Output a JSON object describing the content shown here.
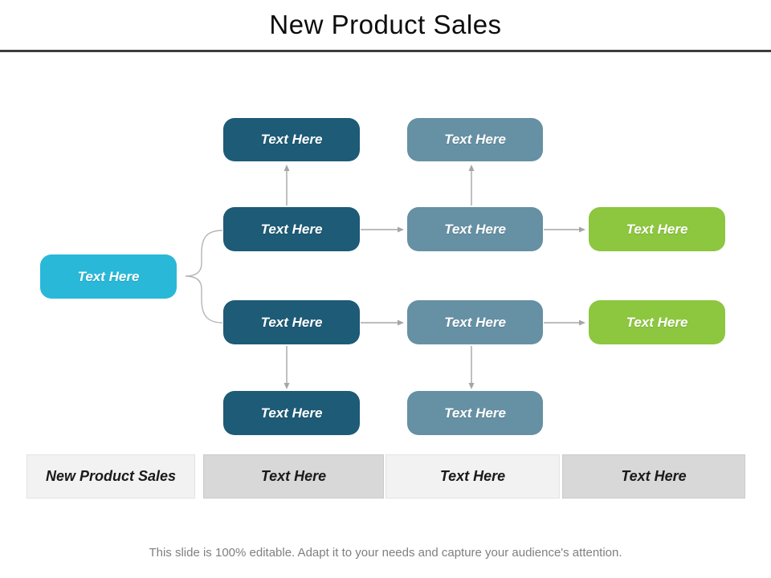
{
  "title": "New Product Sales",
  "diagram": {
    "root": {
      "label": "Text Here"
    },
    "nodes": [
      {
        "id": "col1-row1",
        "label": "Text Here"
      },
      {
        "id": "col1-row2",
        "label": "Text Here"
      },
      {
        "id": "col1-row3",
        "label": "Text Here"
      },
      {
        "id": "col1-row4",
        "label": "Text Here"
      },
      {
        "id": "col2-row1",
        "label": "Text Here"
      },
      {
        "id": "col2-row2",
        "label": "Text Here"
      },
      {
        "id": "col2-row3",
        "label": "Text Here"
      },
      {
        "id": "col2-row4",
        "label": "Text Here"
      },
      {
        "id": "col3-row2",
        "label": "Text Here"
      },
      {
        "id": "col3-row3",
        "label": "Text Here"
      }
    ]
  },
  "legend": {
    "items": [
      {
        "label": "New Product Sales"
      },
      {
        "label": "Text Here"
      },
      {
        "label": "Text Here"
      },
      {
        "label": "Text Here"
      }
    ]
  },
  "footer": "This slide is 100% editable. Adapt it to your needs and capture your audience's attention.",
  "colors": {
    "cyan": "#29b8d8",
    "dark_teal": "#1d5b77",
    "steel_blue": "#6690a4",
    "green": "#8dc63f",
    "divider": "#3d3d3d",
    "arrow": "#a6a6a6",
    "brace": "#b5b5b5",
    "legend_light": "#f2f2f2",
    "legend_gray": "#d8d8d8",
    "legend_text": "#1a1a1a",
    "title_color": "#0d0d0d",
    "footer_color": "#7f7f7f"
  }
}
